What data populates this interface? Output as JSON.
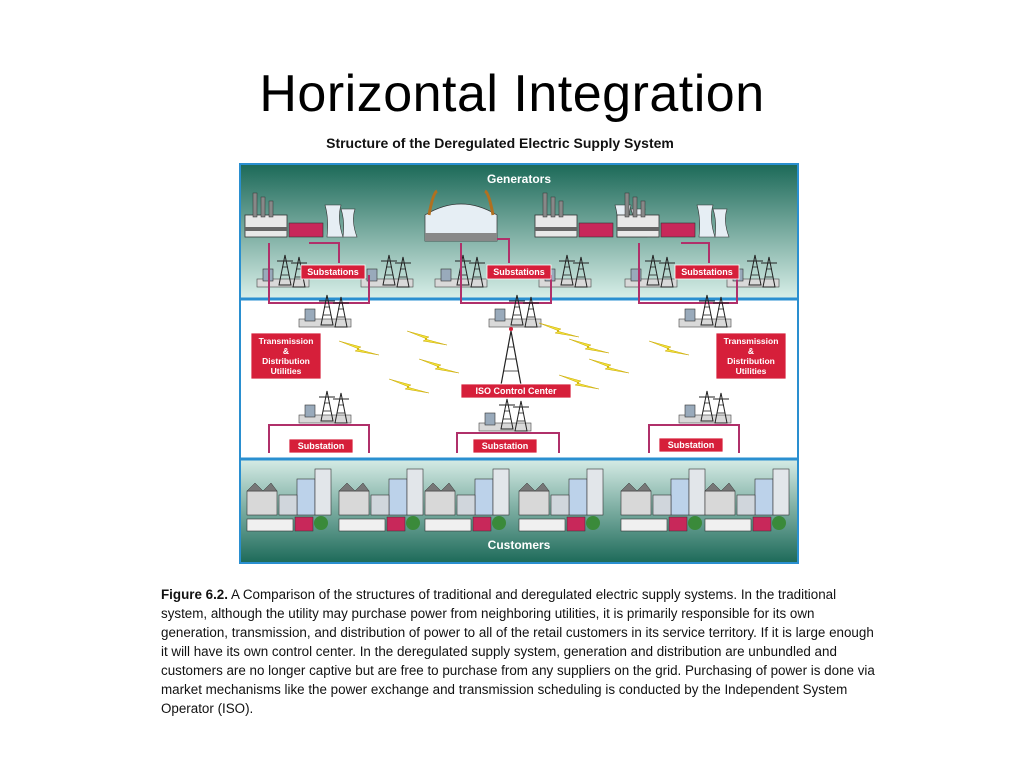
{
  "slide": {
    "title": "Horizontal Integration"
  },
  "figure": {
    "title": "Structure of the Deregulated Electric Supply System",
    "labels": {
      "generators": "Generators",
      "customers": "Customers",
      "substations": "Substations",
      "substation": "Substation",
      "tdu_line1": "Transmission",
      "tdu_line2": "&",
      "tdu_line3": "Distribution",
      "tdu_line4": "Utilities",
      "iso": "ISO Control Center"
    },
    "colors": {
      "frame": "#2a8fd0",
      "band_top": "#1f6e5c",
      "band_mid": "#ffffff",
      "label_box": "#d61f3a",
      "line": "#b0306a",
      "bolt": "#f2e23a"
    }
  },
  "caption": {
    "label": "Figure 6.2.",
    "text": "A Comparison of the structures of traditional and deregulated electric supply systems.  In the traditional system, although the utility may purchase power from neighboring utilities, it is primarily responsible for its own generation, transmission, and distribution of power to all of the retail customers in its service territory. If it is large enough it will have its own control center.  In the deregulated supply system, generation and distribution are unbundled and customers are no longer captive but are free to purchase from any suppliers on the grid.  Purchasing of power is done via market mechanisms like the power exchange and transmission scheduling is conducted by the Independent System Operator (ISO)."
  }
}
